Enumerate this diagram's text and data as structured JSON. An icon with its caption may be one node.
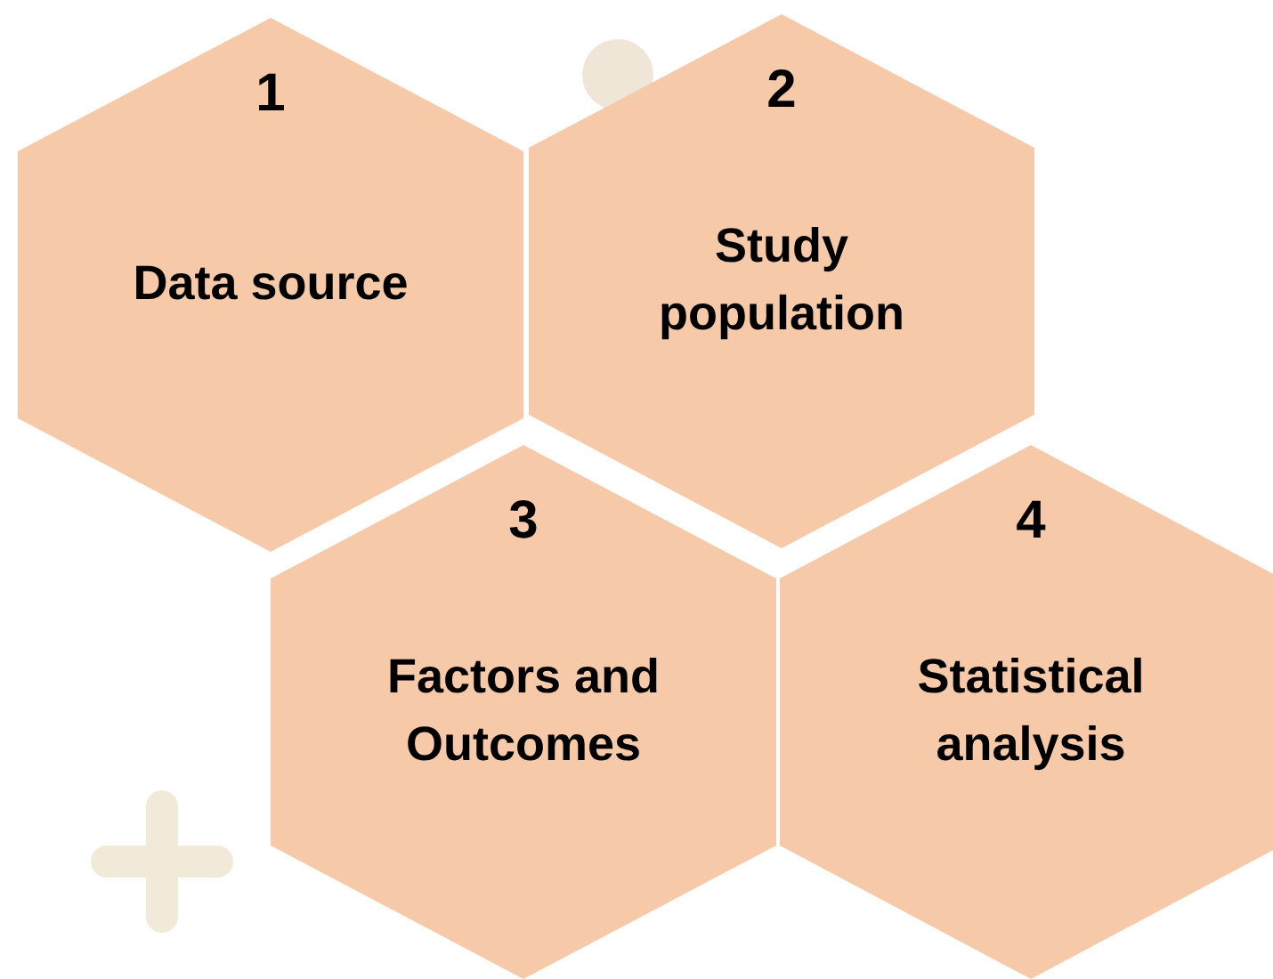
{
  "diagram": {
    "nodes": [
      {
        "text": [
          "1",
          "Data source"
        ]
      },
      {
        "text": [
          "2",
          "Study population"
        ]
      },
      {
        "text": [
          "3",
          "Factors and Outcomes"
        ]
      },
      {
        "text": [
          "4",
          "Statistical analysis"
        ]
      }
    ]
  }
}
